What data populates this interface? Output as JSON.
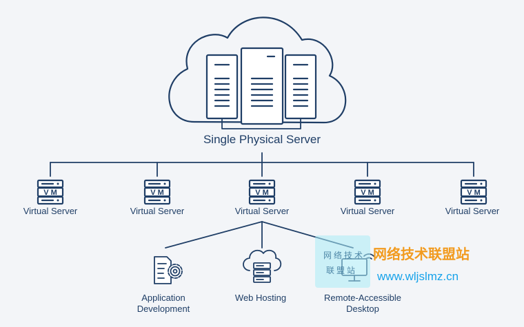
{
  "diagram": {
    "title": "Single Physical Server",
    "virtual_servers": [
      "Virtual Server",
      "Virtual Server",
      "Virtual Server",
      "Virtual Server",
      "Virtual Server"
    ],
    "vm_badge": "V M",
    "services": [
      {
        "line1": "Application",
        "line2": "Development",
        "icon": "app-gear-icon"
      },
      {
        "line1": "Web Hosting",
        "line2": "",
        "icon": "cloud-server-icon"
      },
      {
        "line1": "Remote-Accessible",
        "line2": "Desktop",
        "icon": "remote-desktop-icon"
      }
    ]
  },
  "watermark": {
    "small_line1": "网络技术",
    "small_line2": "联盟站",
    "title": "网络技术联盟站",
    "url": "www.wljslmz.cn"
  },
  "colors": {
    "primary": "#1f3e66",
    "background": "#f3f5f8",
    "watermark_orange": "#f29b1f",
    "watermark_blue": "#17a3ea"
  }
}
